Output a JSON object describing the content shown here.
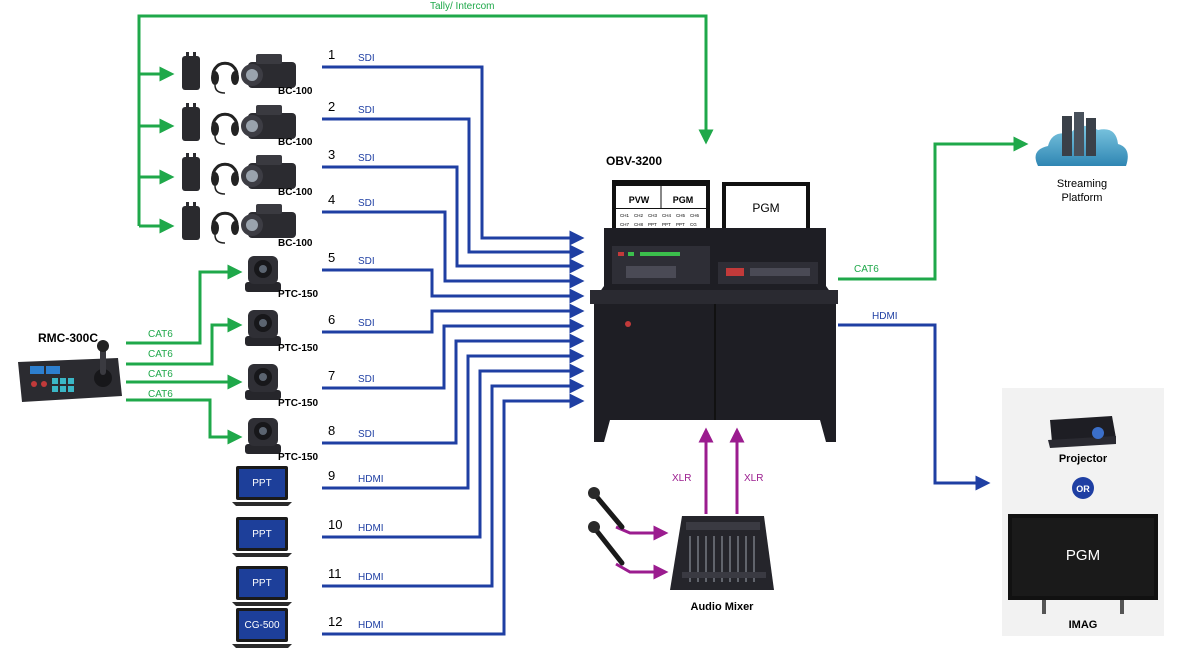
{
  "colors": {
    "green": "#1fa84a",
    "blue": "#1f3fa3",
    "purple": "#9b1c8f",
    "device_dark": "#1e1e24",
    "cloud": "#4aa3c8",
    "monitor_blue": "#1d3f9a",
    "panel_bg": "#f2f2f2"
  },
  "tally_label": "Tally/ Intercom",
  "obv_title": "OBV-3200",
  "obv_pvw": "PVW",
  "obv_pgm_small": "PGM",
  "obv_pgm_big": "PGM",
  "obv_multiview_row1": [
    "CH1",
    "CH2",
    "CH3",
    "CH4",
    "CH5",
    "CH6"
  ],
  "obv_multiview_row2": [
    "CH7",
    "CH8",
    "PPT",
    "PPT",
    "PPT",
    "CG"
  ],
  "rmc_label": "RMC-300C",
  "rmc_links": [
    "CAT6",
    "CAT6",
    "CAT6",
    "CAT6"
  ],
  "inputs": [
    {
      "num": "1",
      "type": "SDI",
      "device": "BC-100",
      "icon": "camera-icon"
    },
    {
      "num": "2",
      "type": "SDI",
      "device": "BC-100",
      "icon": "camera-icon"
    },
    {
      "num": "3",
      "type": "SDI",
      "device": "BC-100",
      "icon": "camera-icon"
    },
    {
      "num": "4",
      "type": "SDI",
      "device": "BC-100",
      "icon": "camera-icon"
    },
    {
      "num": "5",
      "type": "SDI",
      "device": "PTC-150",
      "icon": "ptz-camera-icon"
    },
    {
      "num": "6",
      "type": "SDI",
      "device": "PTC-150",
      "icon": "ptz-camera-icon"
    },
    {
      "num": "7",
      "type": "SDI",
      "device": "PTC-150",
      "icon": "ptz-camera-icon"
    },
    {
      "num": "8",
      "type": "SDI",
      "device": "PTC-150",
      "icon": "ptz-camera-icon"
    },
    {
      "num": "9",
      "type": "HDMI",
      "device": "PPT",
      "icon": "laptop-icon"
    },
    {
      "num": "10",
      "type": "HDMI",
      "device": "PPT",
      "icon": "laptop-icon"
    },
    {
      "num": "11",
      "type": "HDMI",
      "device": "PPT",
      "icon": "laptop-icon"
    },
    {
      "num": "12",
      "type": "HDMI",
      "device": "CG-500",
      "icon": "laptop-icon"
    }
  ],
  "stream_link": "CAT6",
  "stream_label_line1": "Streaming",
  "stream_label_line2": "Platform",
  "hdmi_out": "HDMI",
  "xlr_left": "XLR",
  "xlr_right": "XLR",
  "mixer_label": "Audio Mixer",
  "projector_label": "Projector",
  "or_label": "OR",
  "imag_screen": "PGM",
  "imag_label": "IMAG"
}
